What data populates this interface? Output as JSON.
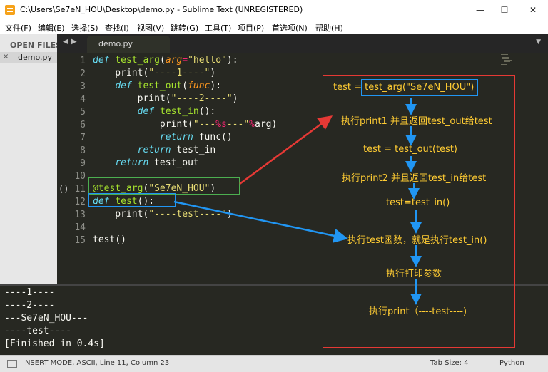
{
  "window": {
    "title": "C:\\Users\\Se7eN_HOU\\Desktop\\demo.py - Sublime Text (UNREGISTERED)",
    "minimize": "—",
    "maximize": "☐",
    "close": "✕"
  },
  "menu": [
    "文件(F)",
    "编辑(E)",
    "选择(S)",
    "查找(I)",
    "视图(V)",
    "跳转(G)",
    "工具(T)",
    "项目(P)",
    "首选项(N)",
    "帮助(H)"
  ],
  "sidebar": {
    "header": "OPEN FILES",
    "files": [
      {
        "close": "×",
        "name": "demo.py"
      }
    ]
  },
  "tabs": {
    "prev": "◀",
    "next": "▶",
    "items": [
      {
        "name": "demo.py"
      }
    ],
    "dropdown": "▼"
  },
  "editor": {
    "line_numbers": [
      "1",
      "2",
      "3",
      "4",
      "5",
      "6",
      "7",
      "8",
      "9",
      "10",
      "11",
      "12",
      "13",
      "14",
      "15"
    ],
    "fold_marker": "()",
    "lines": [
      "def test_arg(arg=\"hello\"):",
      "    print(\"----1----\")",
      "    def test_out(func):",
      "        print(\"----2----\")",
      "        def test_in():",
      "            print(\"---%s---\"%arg)",
      "            return func()",
      "        return test_in",
      "    return test_out",
      "",
      "@test_arg(\"Se7eN_HOU\")",
      "def test():",
      "    print(\"----test----\")",
      "",
      "test()"
    ]
  },
  "console": {
    "lines": [
      "----1----",
      "----2----",
      "---Se7eN_HOU---",
      "----test----",
      "[Finished in 0.4s]"
    ]
  },
  "status": {
    "left": "INSERT MODE, ASCII, Line 11, Column 23",
    "tab_size": "Tab Size: 4",
    "syntax": "Python"
  },
  "annotation": {
    "border_color": "#e53935",
    "text_color": "#ffcc33",
    "arrow_color": "#2196f3",
    "steps": [
      "test = test_arg(\"Se7eN_HOU\")",
      "执行print1 并且返回test_out给test",
      "test = test_out(test)",
      "执行print2 并且返回test_in给test",
      "test=test_in()",
      "执行test函数，就是执行test_in()",
      "执行打印参数",
      "执行print（----test----)"
    ]
  }
}
